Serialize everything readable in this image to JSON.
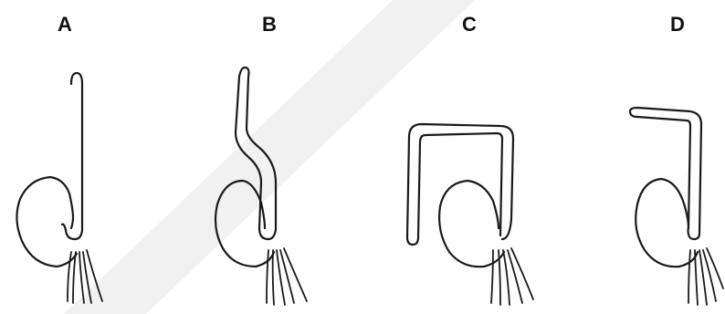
{
  "panels": [
    {
      "label": "A"
    },
    {
      "label": "B"
    },
    {
      "label": "C"
    },
    {
      "label": "D"
    }
  ],
  "colors": {
    "ink": "#1a1a1a",
    "watermark": "#f1f1f1",
    "background": "#ffffff"
  }
}
